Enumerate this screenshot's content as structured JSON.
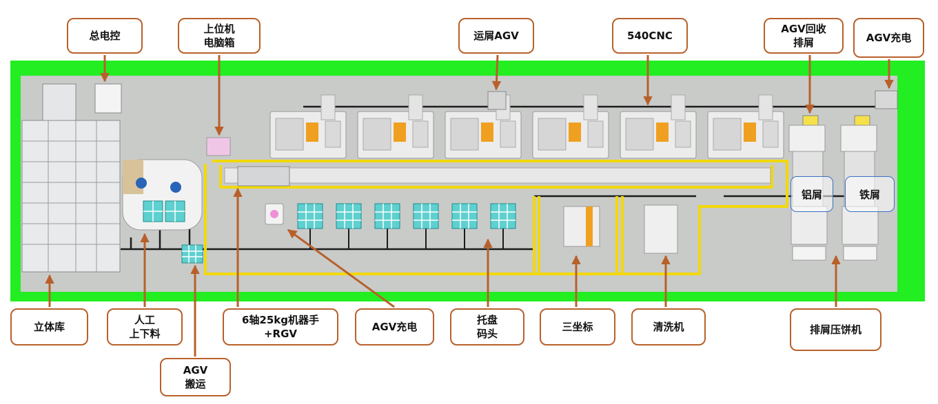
{
  "colors": {
    "accent": "#b8602a",
    "floor_border": "#22ee22",
    "floor": "#c9cbc9",
    "rail": "#f2d80a"
  },
  "callouts": {
    "main_control": [
      "总电控"
    ],
    "host_pc_cabinet": [
      "上位机",
      "电脑箱"
    ],
    "chip_agv": [
      "运屑AGV"
    ],
    "cnc": [
      "540CNC"
    ],
    "agv_chip_recovery": [
      "AGV回收",
      "排屑"
    ],
    "agv_charging_top": [
      "AGV充电"
    ],
    "warehouse": [
      "立体库"
    ],
    "manual_loading": [
      "人工",
      "上下料"
    ],
    "robot_rgv": [
      "6轴25kg机器手",
      "+RGV"
    ],
    "agv_charging_bottom": [
      "AGV充电"
    ],
    "pallet_dock": [
      "托盘",
      "码头"
    ],
    "cmm": [
      "三坐标"
    ],
    "washer": [
      "清洗机"
    ],
    "chip_briquetter": [
      "排屑压饼机"
    ],
    "agv_transport": [
      "AGV",
      "搬运"
    ]
  },
  "scrap_labels": {
    "aluminum": "铝屑",
    "iron": "铁屑"
  },
  "counts": {
    "cnc_machines": 6,
    "pallet_docks": 6
  }
}
